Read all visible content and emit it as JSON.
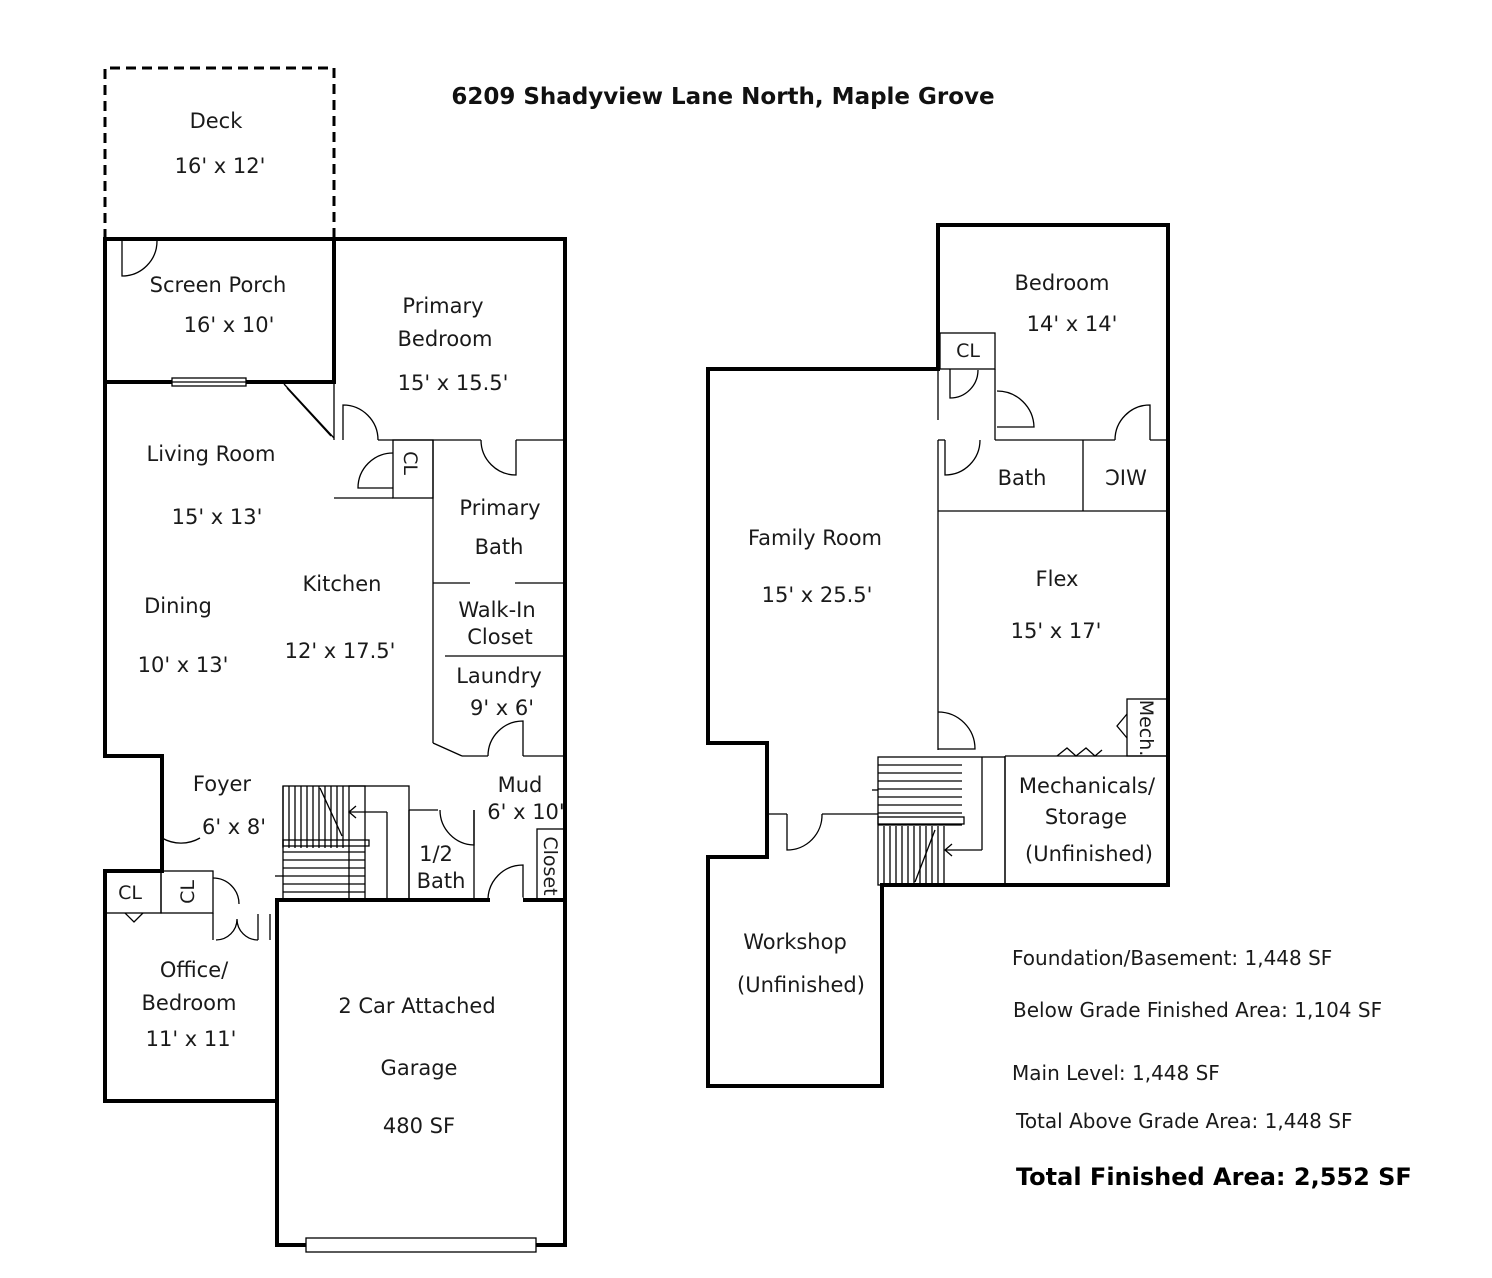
{
  "title": "6209 Shadyview Lane North, Maple Grove",
  "main_level": {
    "deck": {
      "name": "Deck",
      "dims": "16' x 12'"
    },
    "screen_porch": {
      "name": "Screen Porch",
      "dims": "16' x 10'"
    },
    "primary_bedroom": {
      "name_line1": "Primary",
      "name_line2": "Bedroom",
      "dims": "15' x 15.5'"
    },
    "living_room": {
      "name": "Living Room",
      "dims": "15' x 13'"
    },
    "closet_cl": "CL",
    "primary_bath": {
      "name_line1": "Primary",
      "name_line2": "Bath"
    },
    "kitchen": {
      "name": "Kitchen",
      "dims": "12' x 17.5'"
    },
    "dining": {
      "name": "Dining",
      "dims": "10' x 13'"
    },
    "walk_in_closet": {
      "name_line1": "Walk-In",
      "name_line2": "Closet"
    },
    "laundry": {
      "name": "Laundry",
      "dims": "9' x 6'"
    },
    "foyer": {
      "name": "Foyer",
      "dims": "6' x 8'"
    },
    "mud": {
      "name": "Mud",
      "dims": "6' x 10'"
    },
    "half_bath": {
      "name_line1": "1/2",
      "name_line2": "Bath"
    },
    "closet": "Closet",
    "office_cl1": "CL",
    "office_cl2": "CL",
    "office": {
      "name_line1": "Office/",
      "name_line2": "Bedroom",
      "dims": "11' x 11'"
    },
    "garage": {
      "name_line1": "2 Car Attached",
      "name_line2": "Garage",
      "dims": "480 SF"
    }
  },
  "lower_level": {
    "bedroom": {
      "name": "Bedroom",
      "dims": "14' x 14'"
    },
    "closet_cl": "CL",
    "bath": "Bath",
    "wic": "WIC",
    "family_room": {
      "name": "Family Room",
      "dims": "15' x 25.5'"
    },
    "flex": {
      "name": "Flex",
      "dims": "15' x 17'"
    },
    "mech": "Mech.",
    "mechanicals": {
      "line1": "Mechanicals/",
      "line2": "Storage",
      "line3": "(Unfinished)"
    },
    "workshop": {
      "line1": "Workshop",
      "line2": "(Unfinished)"
    }
  },
  "areas": {
    "foundation": "Foundation/Basement: 1,448 SF",
    "below_grade": "Below Grade Finished Area: 1,104 SF",
    "main_level": "Main Level: 1,448 SF",
    "above_grade": "Total Above Grade Area: 1,448 SF",
    "total_finished": "Total Finished Area: 2,552 SF"
  }
}
